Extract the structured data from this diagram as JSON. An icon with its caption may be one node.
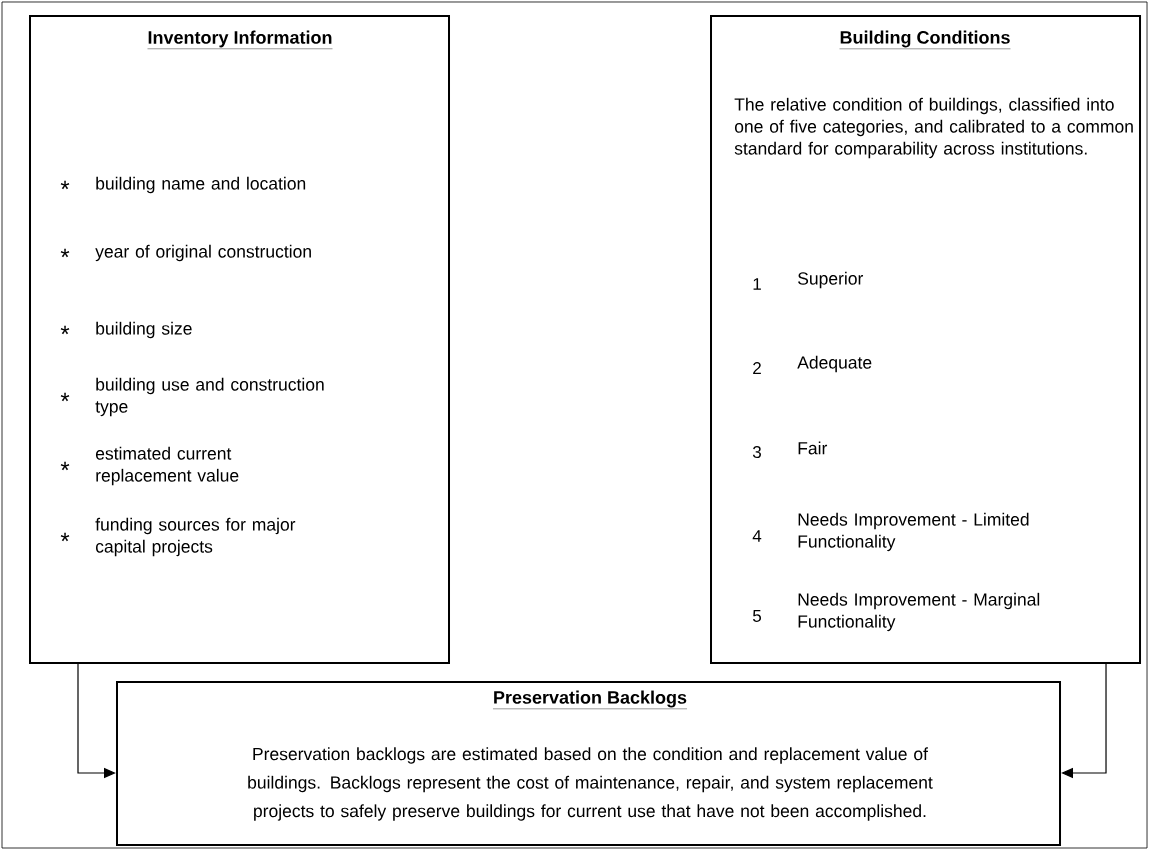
{
  "diagram": {
    "nodes": [
      {
        "text": [
          "Inventory Information",
          "*",
          "building name and location",
          "*",
          "year of original construction",
          "*",
          "building size",
          "*",
          "building use and construction type",
          "*",
          "estimated current replacement value",
          "*",
          "funding sources for major capital projects"
        ]
      },
      {
        "text": [
          "Building Conditions",
          "The relative condition of buildings, classified into one of five categories, and calibrated to a common standard for comparability across institutions.",
          "1",
          "Superior",
          "2",
          "Adequate",
          "3",
          "Fair",
          "4",
          "Needs Improvement - Limited Functionality",
          "5",
          "Needs Improvement - Marginal Functionality"
        ]
      },
      {
        "text": [
          "Preservation Backlogs",
          "Preservation backlogs are estimated based on the condition and replacement value of buildings.  Backlogs represent the cost of maintenance, repair, and system replacement projects to safely preserve buildings for current use that have not been accomplished."
        ]
      }
    ],
    "edges": [
      {
        "from": 0,
        "to": 2,
        "arrow": "to"
      },
      {
        "from": 1,
        "to": 2,
        "arrow": "to"
      }
    ]
  }
}
